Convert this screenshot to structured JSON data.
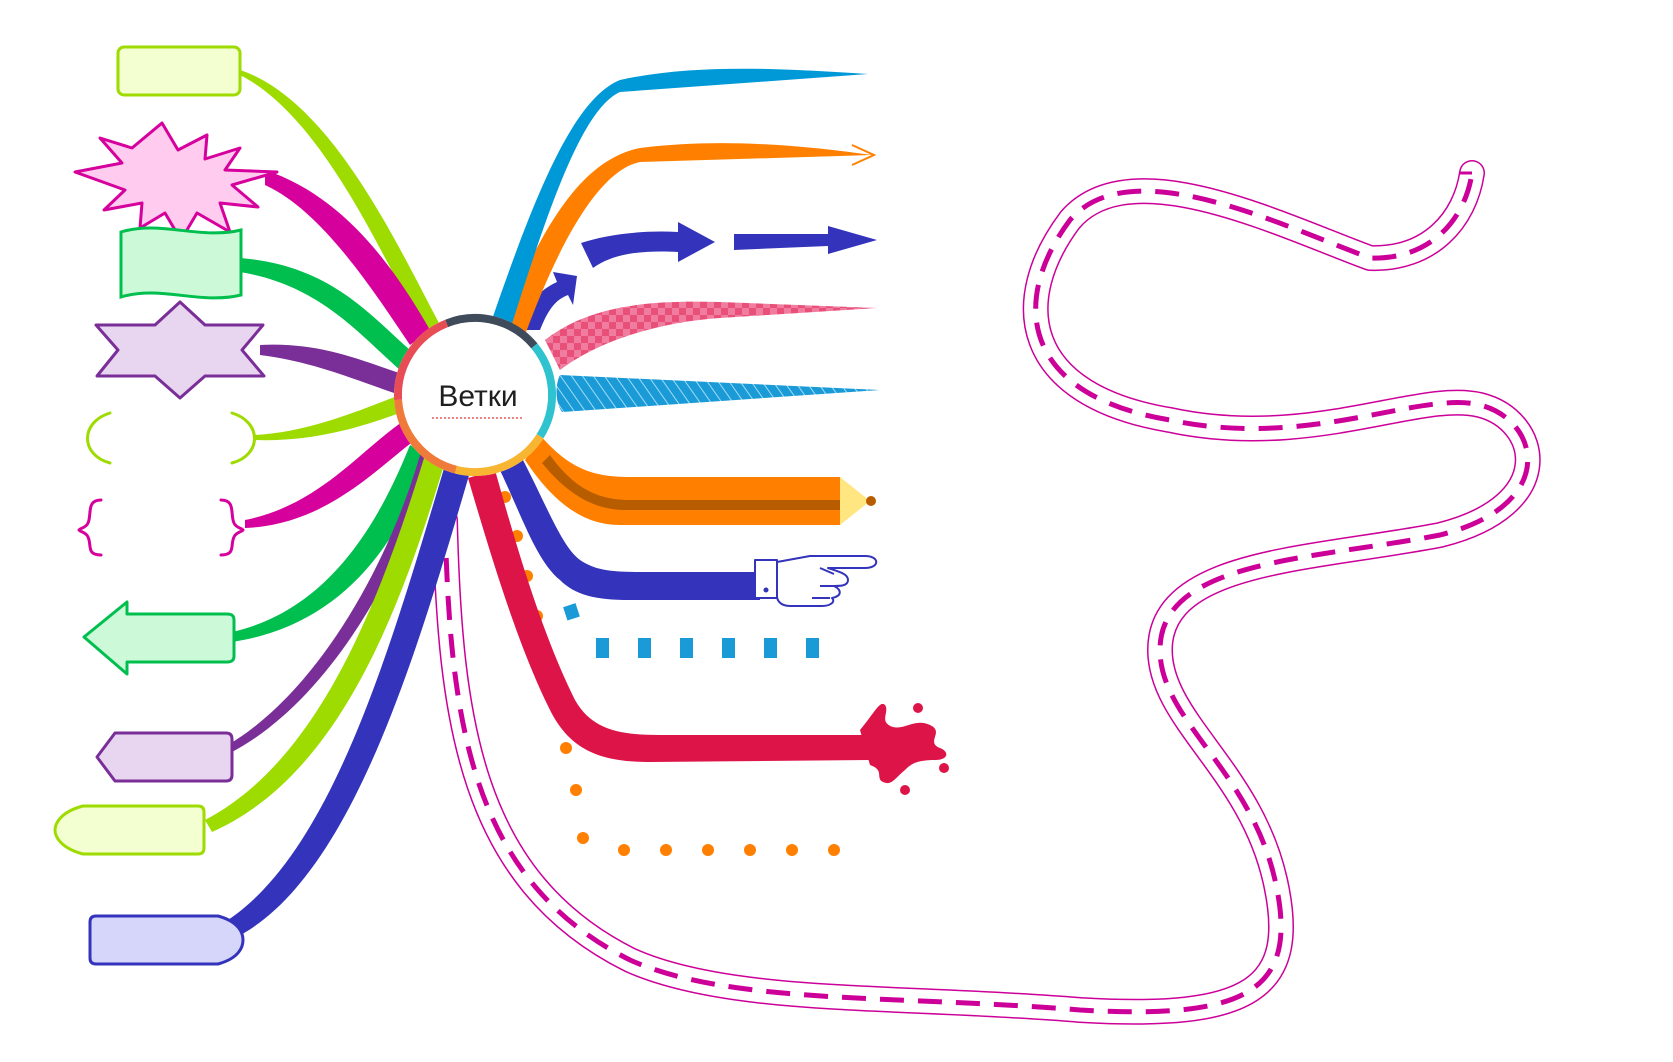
{
  "diagram": {
    "center_topic": {
      "label": "Ветки",
      "ring_colors": [
        "#3f4a5a",
        "#2fc3cf",
        "#f7b531",
        "#f07a3a",
        "#e84d56"
      ]
    },
    "left_topics": [
      {
        "shape": "rounded-rectangle",
        "branch_color": "#9edb00",
        "fill": "#f3ffd0",
        "stroke": "#9edb00"
      },
      {
        "shape": "starburst",
        "branch_color": "#d6009c",
        "fill": "#ffccf0",
        "stroke": "#d6009c"
      },
      {
        "shape": "wave-flag",
        "branch_color": "#00bf4e",
        "fill": "#ccfad9",
        "stroke": "#00bf4e"
      },
      {
        "shape": "six-point-star",
        "branch_color": "#7a2e97",
        "fill": "#e8d6f1",
        "stroke": "#7a2e97"
      },
      {
        "shape": "round-brackets",
        "branch_color": "#9edb00",
        "fill": "none",
        "stroke": "#9edb00"
      },
      {
        "shape": "curly-braces",
        "branch_color": "#d6009c",
        "fill": "none",
        "stroke": "#d6009c"
      },
      {
        "shape": "left-arrow",
        "branch_color": "#00bf4e",
        "fill": "#ccfad9",
        "stroke": "#00bf4e"
      },
      {
        "shape": "left-pointed-tag",
        "branch_color": "#7a2e97",
        "fill": "#e8d6f1",
        "stroke": "#7a2e97"
      },
      {
        "shape": "left-rounded-tag",
        "branch_color": "#9edb00",
        "fill": "#f3ffd0",
        "stroke": "#9edb00"
      },
      {
        "shape": "right-rounded-tag",
        "branch_color": "#3333bb",
        "fill": "#d6d6fa",
        "stroke": "#3333bb"
      }
    ],
    "right_branch_styles": [
      {
        "style": "tapered-line",
        "color": "#0099d8"
      },
      {
        "style": "line-with-arrowhead",
        "color": "#ff8000"
      },
      {
        "style": "block-arrows",
        "color": "#3333bb"
      },
      {
        "style": "checkered-taper",
        "color": "#e8507a"
      },
      {
        "style": "hatched-taper",
        "color": "#1a9ad6"
      },
      {
        "style": "pencil",
        "color": "#ff8000"
      },
      {
        "style": "pointing-hand",
        "color": "#3333bb"
      },
      {
        "style": "square-dots",
        "color": "#1a9ad6"
      },
      {
        "style": "paint-splash",
        "color": "#dd1447"
      },
      {
        "style": "round-dots",
        "color": "#ff8000"
      },
      {
        "style": "road",
        "color": "#cc0099"
      }
    ]
  }
}
